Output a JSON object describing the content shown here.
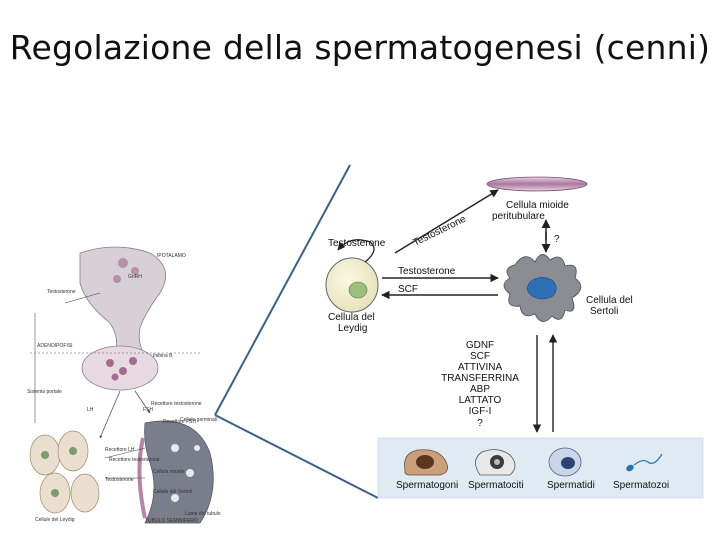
{
  "slide": {
    "title": "Regolazione della spermatogenesi (cenni)"
  },
  "left_figure": {
    "labels": [
      "IPOTALAMO",
      "GnRH",
      "Testosterone",
      "ADENOIPOFISI",
      "Inibina B",
      "LH",
      "FSH",
      "Recettore testosterone",
      "Recettore FSH",
      "Cellule germinali",
      "Recettore LH",
      "Recettore testosterone",
      "Testosterone",
      "Cellula mioide",
      "Cellule del Sertoli",
      "Cellule del Leydig",
      "TUBULO SEMINIFERO",
      "Lume del tubulo",
      "Sistema portale"
    ]
  },
  "right_figure": {
    "myoid": "Cellula mioide\nperitubulare",
    "question": "?",
    "testosterone_up": "Testosterone",
    "testosterone_left": "Testosterone",
    "testosterone_mid": "Testosterone",
    "scf": "SCF",
    "leydig": "Cellula del\nLeydig",
    "sertoli": "Cellula del\nSertoli",
    "factors": [
      "GDNF",
      "SCF",
      "ATTIVINA",
      "TRANSFERRINA",
      "ABP",
      "LATTATO",
      "IGF-I",
      "?"
    ],
    "cells": [
      "Spermatogoni",
      "Spermatociti",
      "Spermatidi",
      "Spermatozoi"
    ]
  },
  "colors": {
    "arrow": "#222222",
    "myoid_fill": "#c9a8c4",
    "leydig_nucleus": "#9bc07a",
    "sertoli_fill": "#8c8c94",
    "sertoli_nucleus": "#2f6fb5",
    "connector_line": "#3e5f88",
    "cell_panel": "#dfeaf3"
  }
}
